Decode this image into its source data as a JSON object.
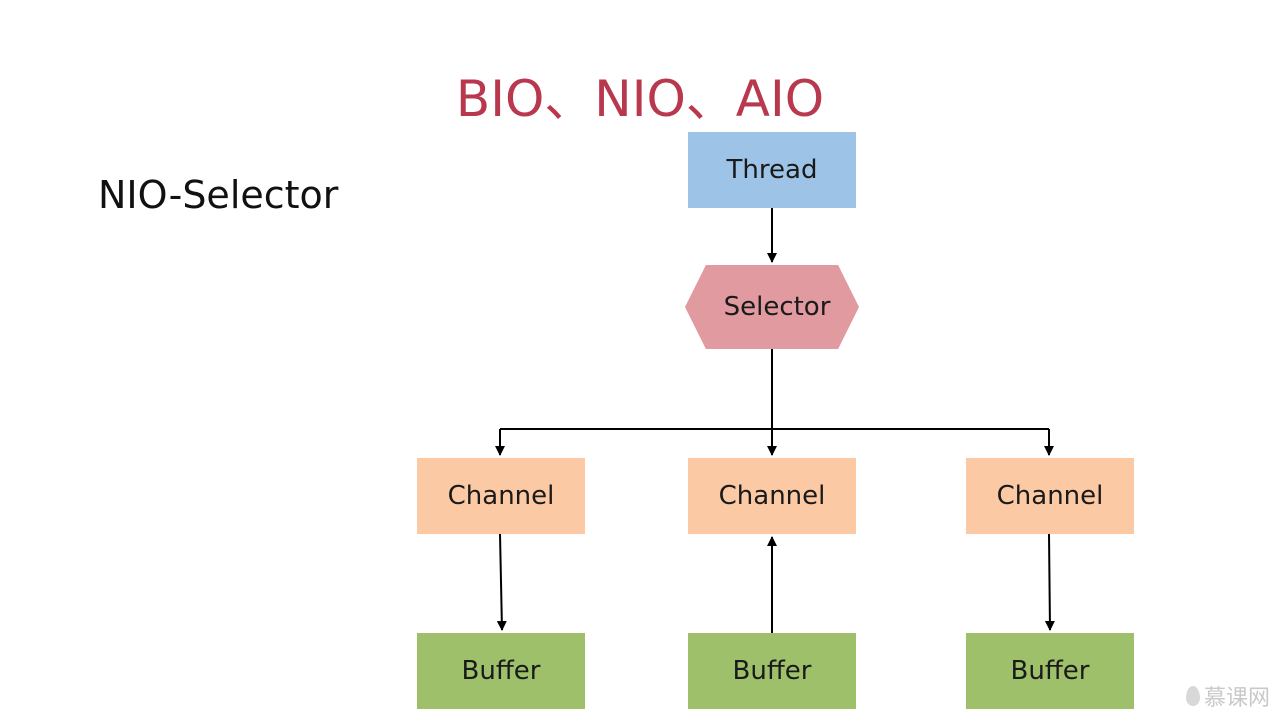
{
  "slide": {
    "title": "BIO、NIO、AIO",
    "subtitle": "NIO-Selector"
  },
  "diagram": {
    "thread": "Thread",
    "selector": "Selector",
    "channels": [
      "Channel",
      "Channel",
      "Channel"
    ],
    "buffers": [
      "Buffer",
      "Buffer",
      "Buffer"
    ]
  },
  "watermark": {
    "text": "慕课网",
    "icon": "flame-logo-icon"
  },
  "colors": {
    "title": "#b8384e",
    "thread": "#9dc3e6",
    "selector": "#e19aa0",
    "channel": "#fbc9a3",
    "buffer": "#9fc06a"
  }
}
